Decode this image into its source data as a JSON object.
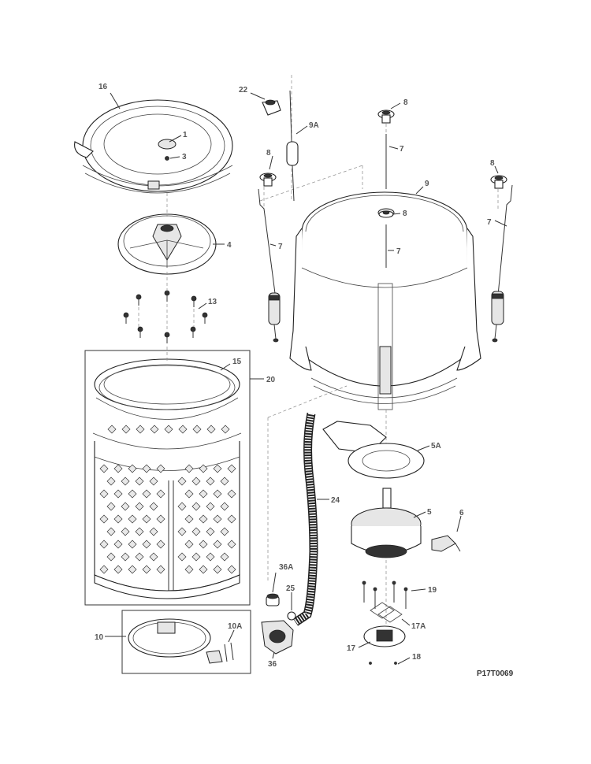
{
  "diagram_code": "P17T0069",
  "callouts": {
    "c1": "1",
    "c3": "3",
    "c4": "4",
    "c5": "5",
    "c5a": "5A",
    "c6": "6",
    "c7a": "7",
    "c7b": "7",
    "c7c": "7",
    "c7d": "7",
    "c8a": "8",
    "c8b": "8",
    "c8c": "8",
    "c8d": "8",
    "c9": "9",
    "c9a": "9A",
    "c10": "10",
    "c10a": "10A",
    "c13": "13",
    "c15": "15",
    "c16": "16",
    "c17": "17",
    "c17a": "17A",
    "c18": "18",
    "c19": "19",
    "c20": "20",
    "c22": "22",
    "c24": "24",
    "c25": "25",
    "c36": "36",
    "c36a": "36A"
  }
}
